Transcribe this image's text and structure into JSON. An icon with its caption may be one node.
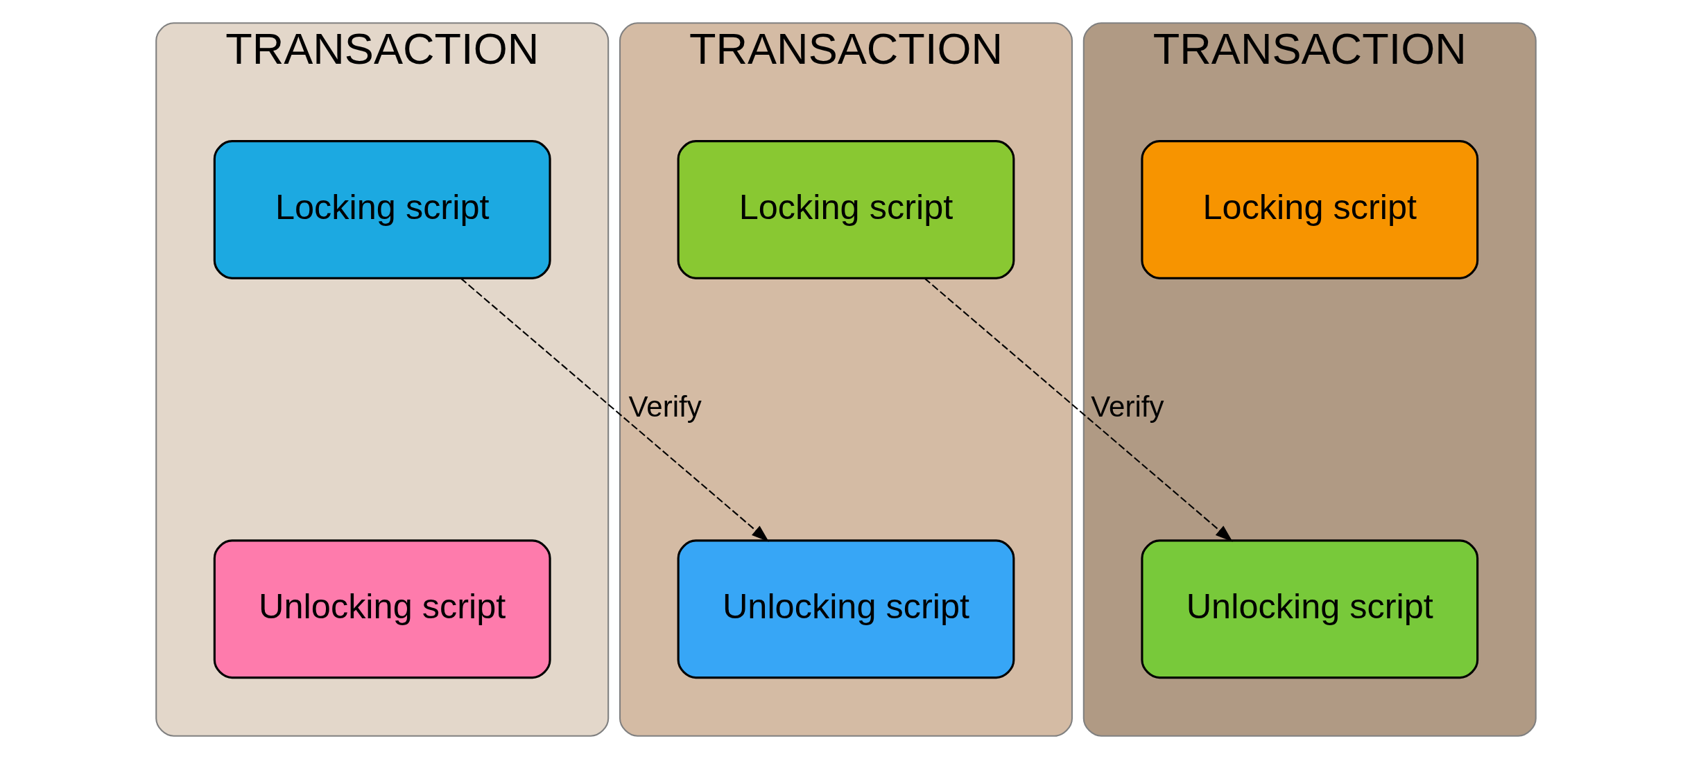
{
  "diagram": {
    "nodes": [
      {
        "text": [
          "TRANSACTION"
        ]
      },
      {
        "text": [
          "Locking script"
        ],
        "in": 0
      },
      {
        "text": [
          "Unlocking script"
        ],
        "in": 0
      },
      {
        "text": [
          "TRANSACTION"
        ]
      },
      {
        "text": [
          "Locking script"
        ],
        "in": 3
      },
      {
        "text": [
          "Unlocking script"
        ],
        "in": 3
      },
      {
        "text": [
          "TRANSACTION"
        ]
      },
      {
        "text": [
          "Locking script"
        ],
        "in": 6
      },
      {
        "text": [
          "Unlocking script"
        ],
        "in": 6
      }
    ],
    "edges": [
      {
        "from": 1,
        "to": 5,
        "arrow": "to",
        "style": "dashed",
        "label": "Verify"
      },
      {
        "from": 4,
        "to": 8,
        "arrow": "to",
        "style": "dashed",
        "label": "Verify"
      }
    ]
  }
}
